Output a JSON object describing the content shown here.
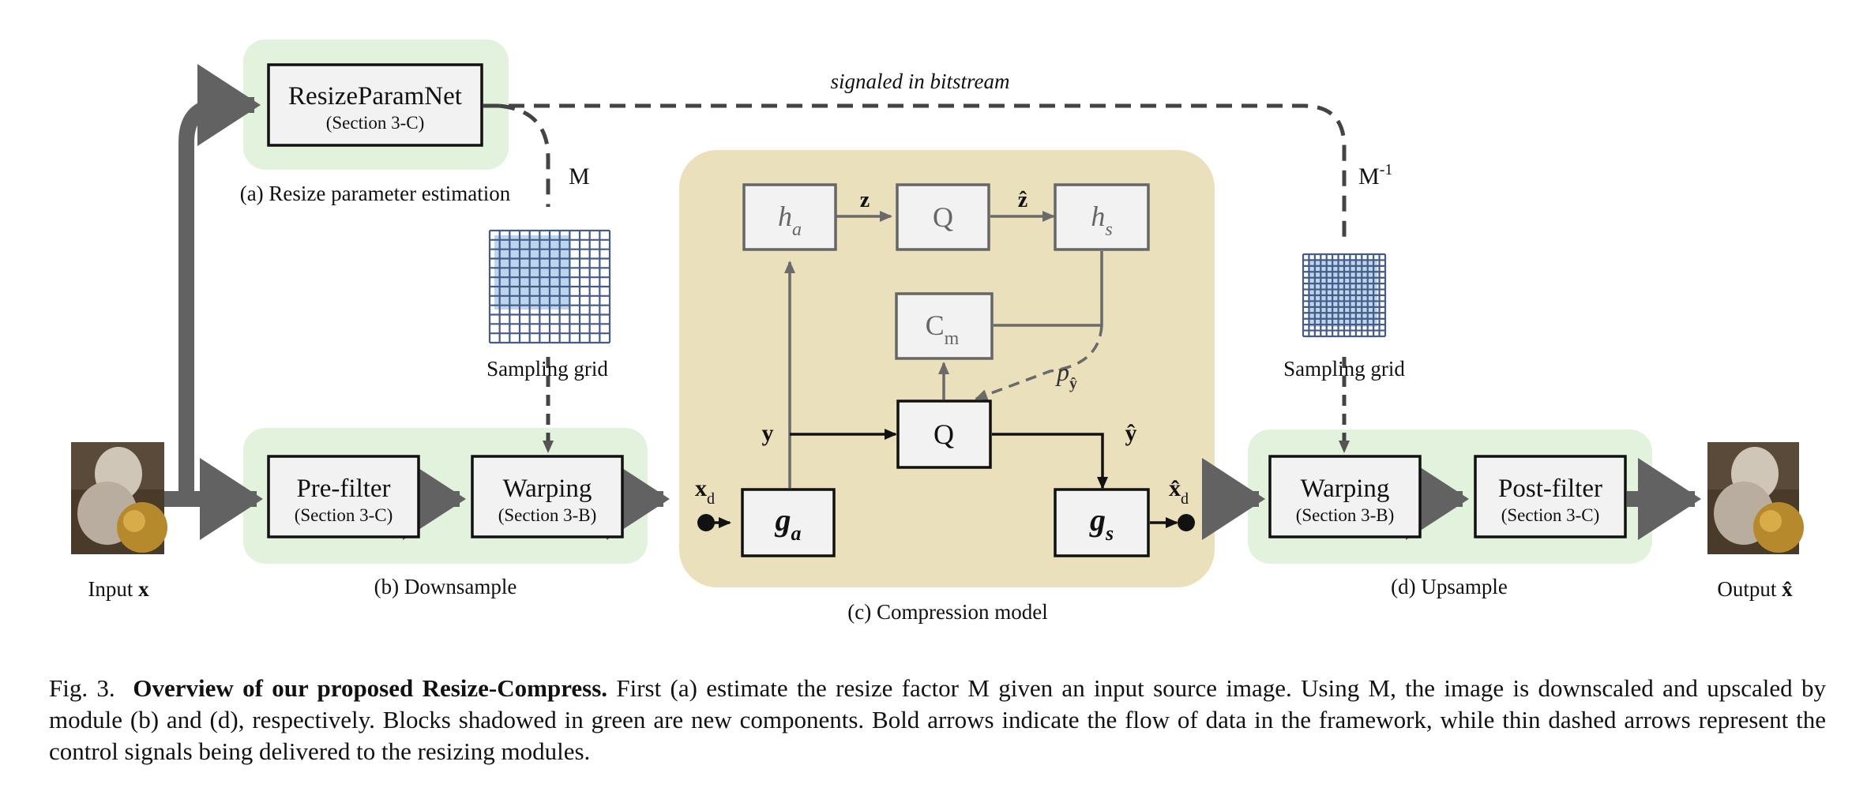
{
  "labels": {
    "signaled": "signaled in bitstream",
    "M": "M",
    "Minv": "M",
    "Minv_sup": "-1",
    "resize_estimation": "(a) Resize parameter estimation",
    "downsample": "(b) Downsample",
    "compression": "(c) Compression model",
    "upsample": "(d) Upsample",
    "sampling_grid_left": "Sampling grid",
    "sampling_grid_right": "Sampling grid",
    "input": "Input",
    "input_sym": "x",
    "output": "Output",
    "output_sym": "x̂"
  },
  "blocks": {
    "resize_param_net": {
      "title": "ResizeParamNet",
      "sub": "(Section 3-C)"
    },
    "prefilter": {
      "title": "Pre-filter",
      "sub": "(Section 3-C)"
    },
    "warping_down": {
      "title": "Warping",
      "sub": "(Section 3-B)"
    },
    "warping_up": {
      "title": "Warping",
      "sub": "(Section 3-B)"
    },
    "postfilter": {
      "title": "Post-filter",
      "sub": "(Section 3-C)"
    }
  },
  "compression": {
    "ha": "h",
    "ha_sub": "a",
    "hs": "h",
    "hs_sub": "s",
    "q_top": "Q",
    "q_mid": "Q",
    "cm": "C",
    "cm_sub": "m",
    "ga": "g",
    "ga_sub": "a",
    "gs": "g",
    "gs_sub": "s",
    "z": "z",
    "zhat": "ẑ",
    "y": "y",
    "yhat": "ŷ",
    "p": "p",
    "p_sub": "ŷ",
    "xd": "x",
    "xd_sub": "d",
    "xhatd": "x̂",
    "xhatd_sub": "d"
  },
  "caption": {
    "fig": "Fig. 3.",
    "title": "Overview of our proposed Resize-Compress.",
    "text": " First (a) estimate the resize factor M given an input source image. Using M, the image is downscaled and upscaled by module (b) and (d), respectively. Blocks shadowed in green are new components. Bold arrows indicate the flow of data in the framework, while thin dashed arrows represent the control signals being delivered to the resizing modules."
  },
  "colors": {
    "green_shadow": "#e3f2dd",
    "compression_bg": "#ebe0bc",
    "thick_arrow": "#626262",
    "grid_fill": "#bcd4ee",
    "grid_line": "#445c86"
  }
}
